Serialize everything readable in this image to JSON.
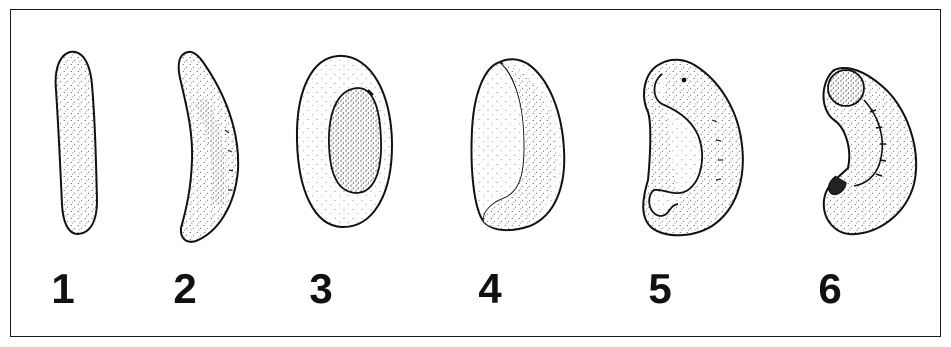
{
  "figure": {
    "stages": [
      {
        "number": "1"
      },
      {
        "number": "2"
      },
      {
        "number": "3"
      },
      {
        "number": "4"
      },
      {
        "number": "5"
      },
      {
        "number": "6"
      }
    ]
  }
}
